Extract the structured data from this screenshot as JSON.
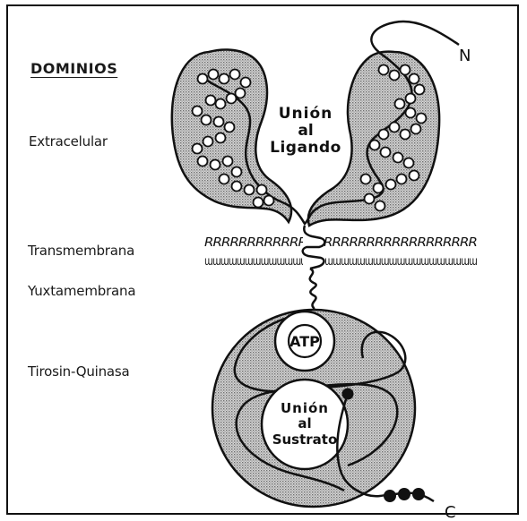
{
  "heading": "DOMINIOS",
  "domains": {
    "extracellular": "Extracelular",
    "transmembrane": "Transmembrana",
    "juxtamembrane": "Yuxtamembrana",
    "tyrosine_kinase": "Tirosin-Quinasa"
  },
  "terminals": {
    "n": "N",
    "c": "C"
  },
  "regions": {
    "ligand_binding": [
      "Unión",
      "al",
      "Ligando"
    ],
    "atp": "ATP",
    "substrate_binding": [
      "Unión",
      "al",
      "Sustrato"
    ]
  },
  "membrane_top_glyphs": "RRRRRRRRRRRRRRRRRRRRRRRRRRRRRRRR",
  "membrane_bottom_glyphs": "ɯɯɯɯɯɯɯɯɯɯɯɯɯɯɯɯɯɯɯɯɯɯɯɯɯɯɯɯɯɯɯɯɯɯ",
  "colors": {
    "stipple": "#c8c8c8",
    "line": "#111111",
    "bead": "#ffffff"
  }
}
